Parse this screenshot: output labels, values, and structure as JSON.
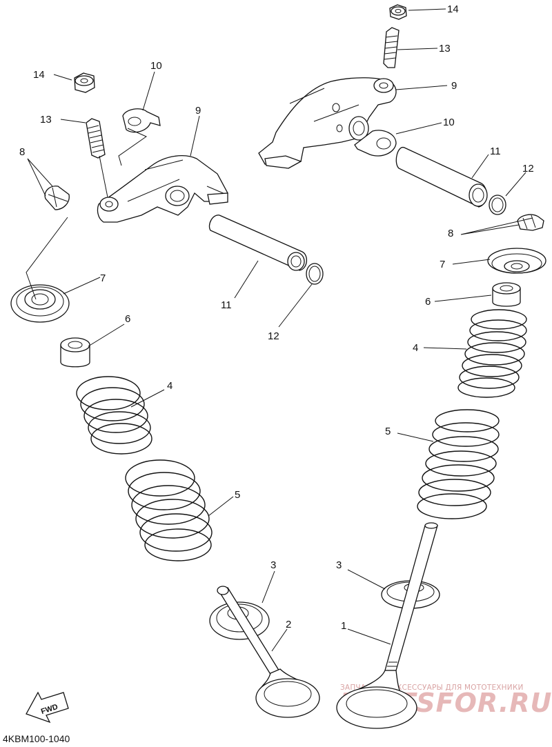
{
  "diagram_code": "4KBM100-1040",
  "fwd_label": "FWD",
  "watermark": {
    "tagline": "ЗАПЧАСТИ И АКСЕССУАРЫ ДЛЯ МОТОТЕХНИКИ",
    "site": "PARTSFOR.RU"
  },
  "callouts": {
    "c1": "1",
    "c2": "2",
    "c3a": "3",
    "c3b": "3",
    "c4a": "4",
    "c4b": "4",
    "c5a": "5",
    "c5b": "5",
    "c6a": "6",
    "c6b": "6",
    "c7a": "7",
    "c7b": "7",
    "c8a": "8",
    "c8b": "8",
    "c9a": "9",
    "c9b": "9",
    "c10a": "10",
    "c10b": "10",
    "c11a": "11",
    "c11b": "11",
    "c12a": "12",
    "c12b": "12",
    "c13a": "13",
    "c13b": "13",
    "c14a": "14",
    "c14b": "14"
  }
}
